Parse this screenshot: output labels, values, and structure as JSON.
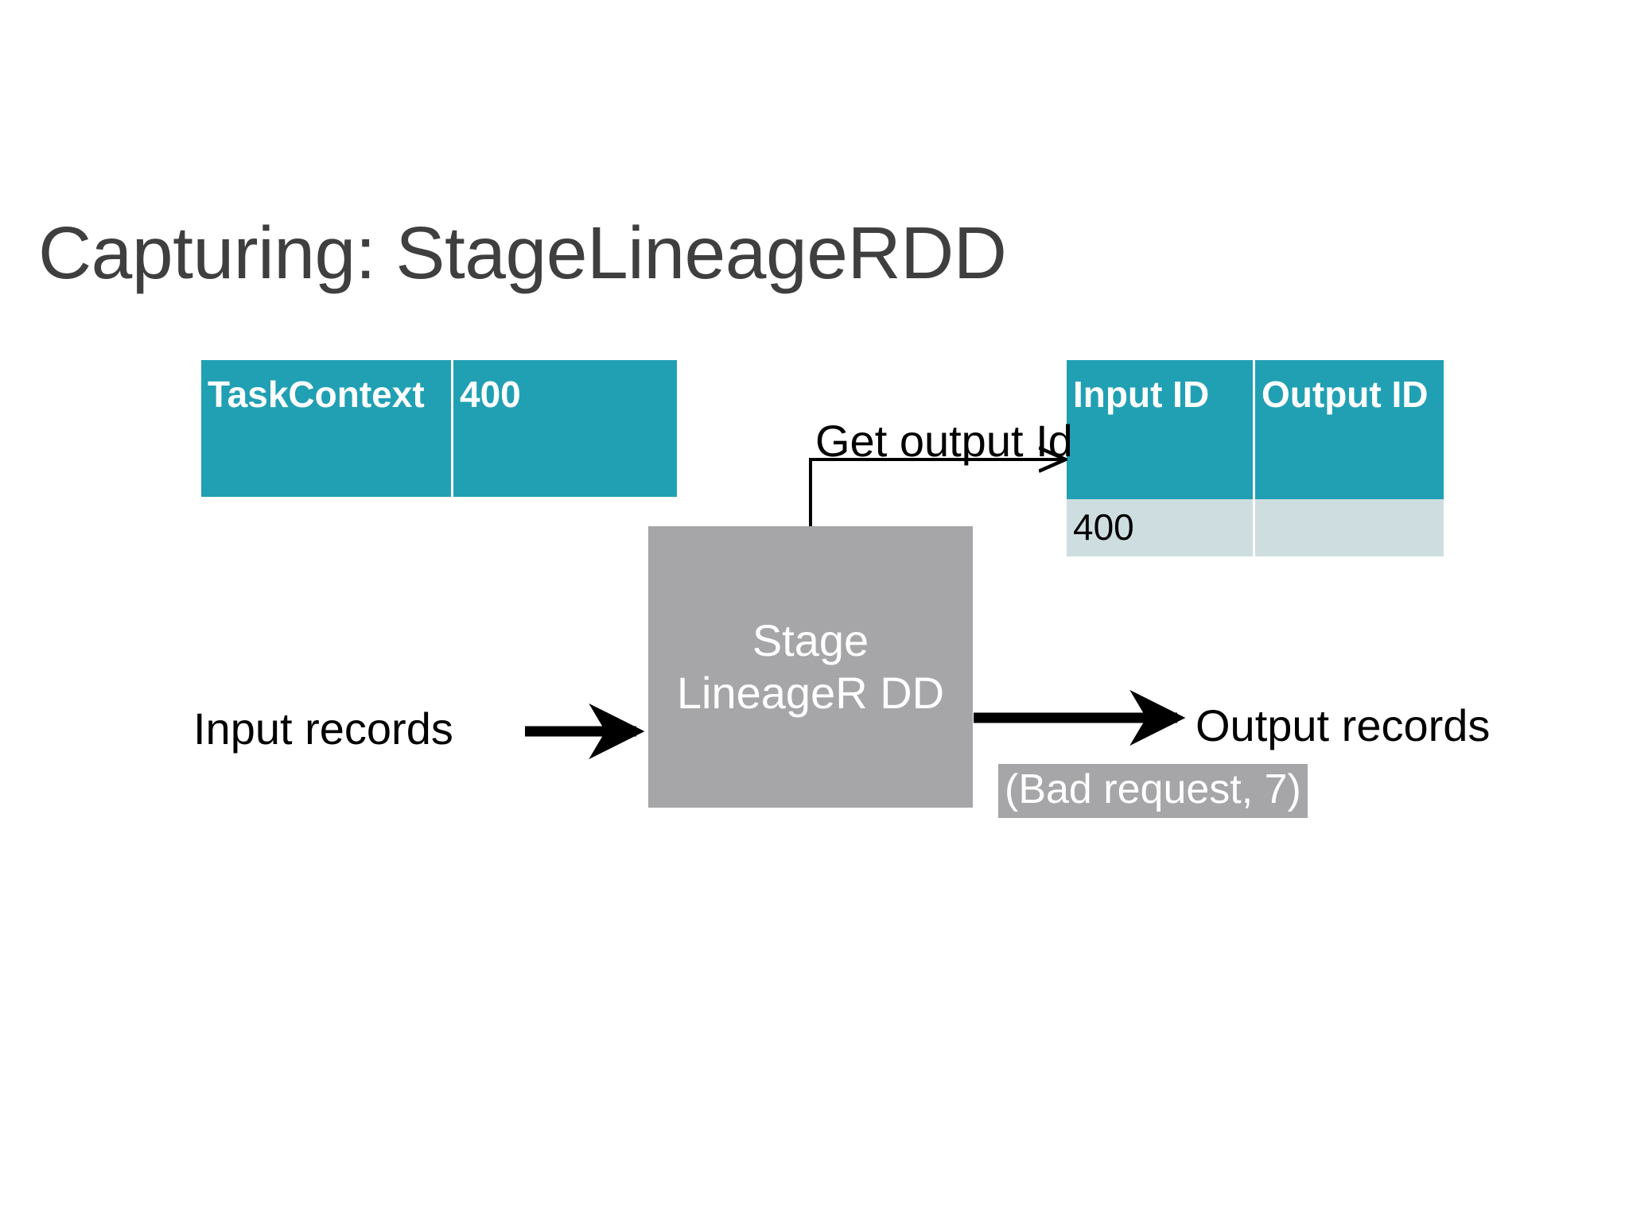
{
  "slide": {
    "title": "Capturing: StageLineageRDD",
    "background_color": "#FFFFFF",
    "title_color": "#3F3F3F"
  },
  "colors": {
    "table_header_teal": "#21A0B4",
    "table_body_light_blue": "#CEDEE0",
    "process_box_gray": "#A6A6A8",
    "arrow_black": "#000000",
    "header_text_white": "#FFFFFF"
  },
  "tables": [
    {
      "name": "task-context-table",
      "header_row": [
        "TaskCont ext",
        "400"
      ],
      "cells": {
        "key": "TaskContext",
        "key_line1": "TaskCont",
        "key_line2": "ext",
        "value": "400"
      }
    },
    {
      "name": "lineage-table",
      "columns": [
        "Input ID",
        "Output ID"
      ],
      "column_line_breaks": {
        "input_id": "Input ID",
        "output_id_line1": "Output",
        "output_id_line2": "ID"
      },
      "rows": [
        {
          "input_id": "400",
          "output_id": ""
        }
      ]
    }
  ],
  "process_box": {
    "name": "stage-lineage-rdd-box",
    "label": "Stage LineageR DD",
    "label_line1": "Stage",
    "label_line2": "LineageR",
    "label_line3": "DD"
  },
  "labels": {
    "get_output_id": "Get output Id",
    "input_records": "Input records",
    "output_records": "Output records",
    "bad_request": "(Bad request, 7)"
  },
  "arrows": [
    {
      "name": "input-records-arrow",
      "from": "Input records",
      "to": "StageLineageRDD",
      "direction": "right"
    },
    {
      "name": "output-records-arrow",
      "from": "StageLineageRDD",
      "to": "Output records",
      "direction": "right"
    },
    {
      "name": "get-output-id-arrow",
      "from": "StageLineageRDD",
      "to": "Input ID table",
      "direction": "up-then-right"
    }
  ]
}
